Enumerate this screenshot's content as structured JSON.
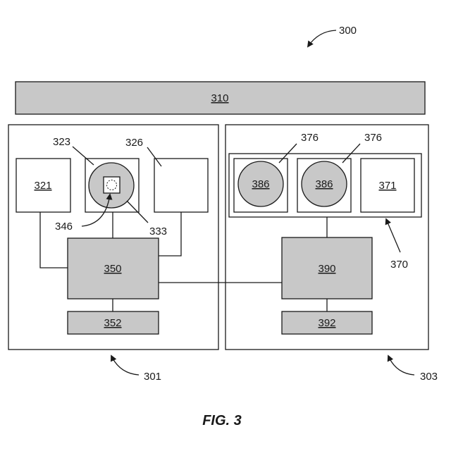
{
  "figure_caption": "FIG. 3",
  "labels": {
    "l300": "300",
    "l310": "310",
    "l301": "301",
    "l303": "303",
    "l321": "321",
    "l323": "323",
    "l326": "326",
    "l333": "333",
    "l346": "346",
    "l350": "350",
    "l352": "352",
    "l370": "370",
    "l371": "371",
    "l376a": "376",
    "l376b": "376",
    "l386a": "386",
    "l386b": "386",
    "l390": "390",
    "l392": "392"
  }
}
